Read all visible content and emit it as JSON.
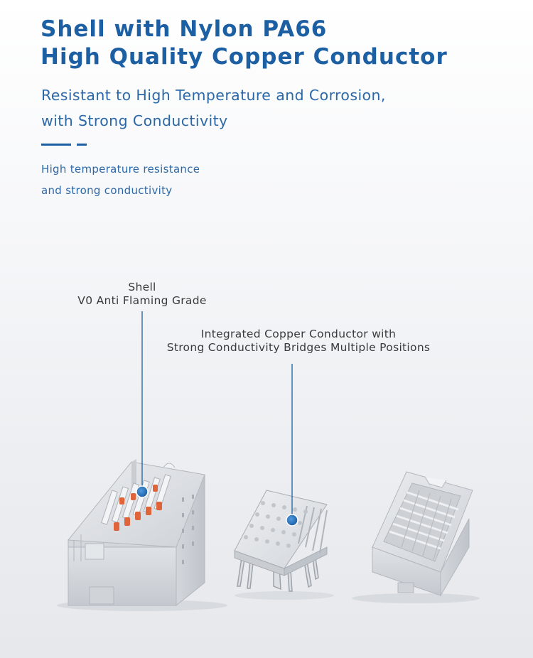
{
  "heading": {
    "line1": "Shell with Nylon PA66",
    "line2": "High Quality Copper Conductor"
  },
  "subheading": {
    "line1": "Resistant to High Temperature and Corrosion,",
    "line2": "with Strong Conductivity"
  },
  "description": {
    "line1": "High temperature resistance",
    "line2": "and strong conductivity"
  },
  "callouts": {
    "shell": {
      "line1": "Shell",
      "line2": "V0 Anti Flaming Grade"
    },
    "copper": {
      "line1": "Integrated Copper Conductor with",
      "line2": "Strong Conductivity Bridges Multiple Positions"
    }
  },
  "colors": {
    "brand_blue": "#1d5fa3",
    "accent_orange": "#e0643a",
    "housing_grey": "#d9dce0"
  }
}
